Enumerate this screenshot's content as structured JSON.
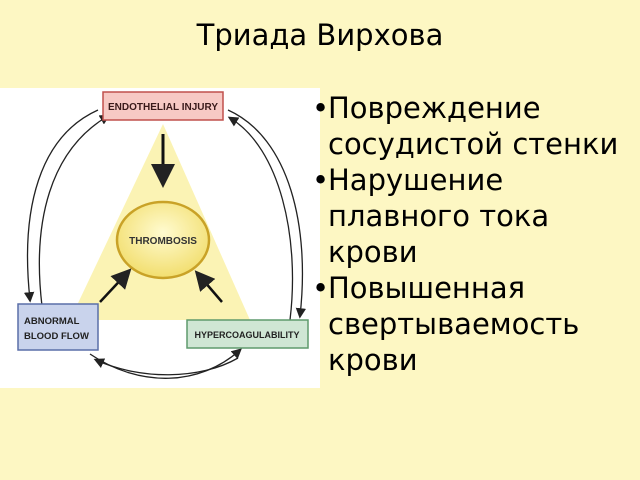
{
  "title": "Триада Вирхова",
  "diagram": {
    "top_box": "ENDOTHELIAL INJURY",
    "center": "THROMBOSIS",
    "left_box_line1": "ABNORMAL",
    "left_box_line2": "BLOOD FLOW",
    "right_box": "HYPERCOAGULABILITY",
    "colors": {
      "top_box_fill": "#f7c9c4",
      "top_box_border": "#c0504d",
      "left_box_fill": "#c9d3ec",
      "left_box_border": "#5a6fa8",
      "right_box_fill": "#cfe6d4",
      "right_box_border": "#5f9a6d",
      "triangle": "#fbf3b4",
      "center_fill": "#f6e88a",
      "center_border": "#c9a227"
    }
  },
  "bullets": [
    {
      "bullet": "•",
      "line1": "Повреждение",
      "line2": "сосудистой стенки",
      "line3": ""
    },
    {
      "bullet": "•",
      "line1": "Нарушение",
      "line2": "плавного тока",
      "line3": "крови"
    },
    {
      "bullet": "•",
      "line1": "Повышенная",
      "line2": "свертываемость",
      "line3": "крови"
    }
  ]
}
